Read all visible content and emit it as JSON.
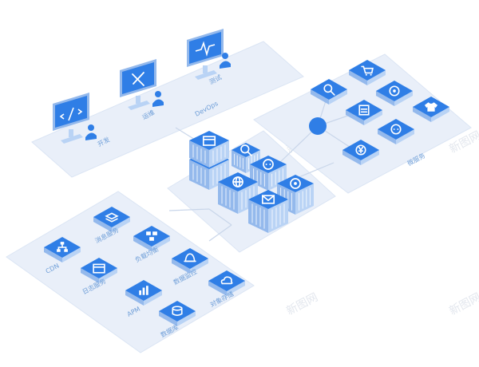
{
  "colors": {
    "platform": "#e9eff9",
    "platform_edge": "#dbe5f4",
    "tile_top": "#2f7ee6",
    "tile_side": "#b9d3f5",
    "tile_side_dark": "#94b9ec",
    "label": "#6e9ed8",
    "connector": "#c9d6ea",
    "hub": "#2f7ee6",
    "watermark": "#e3e7ee"
  },
  "dev_section": {
    "label": "DevOps",
    "stations": [
      {
        "label": "开发",
        "icon": "code-icon"
      },
      {
        "label": "运维",
        "icon": "tools-icon"
      },
      {
        "label": "测试",
        "icon": "pulse-icon"
      }
    ]
  },
  "center_cluster": {
    "tiles": [
      {
        "icon": "browser-window-icon"
      },
      {
        "icon": "search-icon"
      },
      {
        "icon": "chat-bubble-icon"
      },
      {
        "icon": "globe-icon"
      },
      {
        "icon": "compass-icon"
      },
      {
        "icon": "mail-icon"
      }
    ]
  },
  "right_section": {
    "label": "微服务",
    "tiles": [
      {
        "icon": "user-search-icon"
      },
      {
        "icon": "cart-icon"
      },
      {
        "icon": "target-icon"
      },
      {
        "icon": "server-icon"
      },
      {
        "icon": "shirt-icon"
      },
      {
        "icon": "chat-bubble-icon"
      },
      {
        "icon": "yen-coin-icon"
      }
    ]
  },
  "left_section": {
    "tiles": [
      {
        "label": "消息服务",
        "icon": "layers-icon"
      },
      {
        "label": "CDN",
        "icon": "network-icon"
      },
      {
        "label": "负载均衡",
        "icon": "load-balance-icon"
      },
      {
        "label": "日志服务",
        "icon": "log-panel-icon"
      },
      {
        "label": "数据监控",
        "icon": "bell-icon"
      },
      {
        "label": "APM",
        "icon": "bar-chart-icon"
      },
      {
        "label": "对象存储",
        "icon": "cloud-icon"
      },
      {
        "label": "数据库",
        "icon": "database-icon"
      }
    ]
  },
  "watermark": "新图网"
}
